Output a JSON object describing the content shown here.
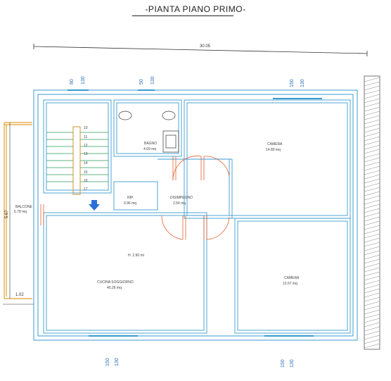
{
  "title": "-PIANTA PIANO PRIMO-",
  "overall_dimension": "30.05",
  "balcony_depth_dimension": "1.02",
  "balcony_length_dimension": "5.67",
  "rooms": {
    "bagno": {
      "name": "BAGNO",
      "area": "4.69 mq"
    },
    "camera_top": {
      "name": "CAMERA",
      "area": "14.80 mq"
    },
    "rip": {
      "name": "RIP.",
      "area": "0.96 mq"
    },
    "disimpegno": {
      "name": "DISIMPEGNO",
      "area": "2.56 mq"
    },
    "balcone": {
      "name": "BALCONE",
      "area": "5.78 mq"
    },
    "height": {
      "text": "H. 2.90 ml"
    },
    "cucina": {
      "name": "CUCINA SOGGIORNO",
      "area": "40.26 mq"
    },
    "camera_bottom": {
      "name": "CAMERA",
      "area": "12.67 mq"
    }
  },
  "window_dims": {
    "top_1": [
      "80",
      "130"
    ],
    "top_2": [
      "50",
      "130"
    ],
    "top_3": [
      "150",
      "130"
    ],
    "bottom_1": [
      "150",
      "130"
    ],
    "bottom_2": [
      "150",
      "130"
    ]
  },
  "stair_numbers": [
    "10",
    "11",
    "12",
    "13",
    "14",
    "15",
    "16",
    "17"
  ],
  "colors": {
    "walls": "#3a9bd0",
    "doors": "#e06030",
    "balcony": "#e0a030",
    "lines": "#333333"
  }
}
